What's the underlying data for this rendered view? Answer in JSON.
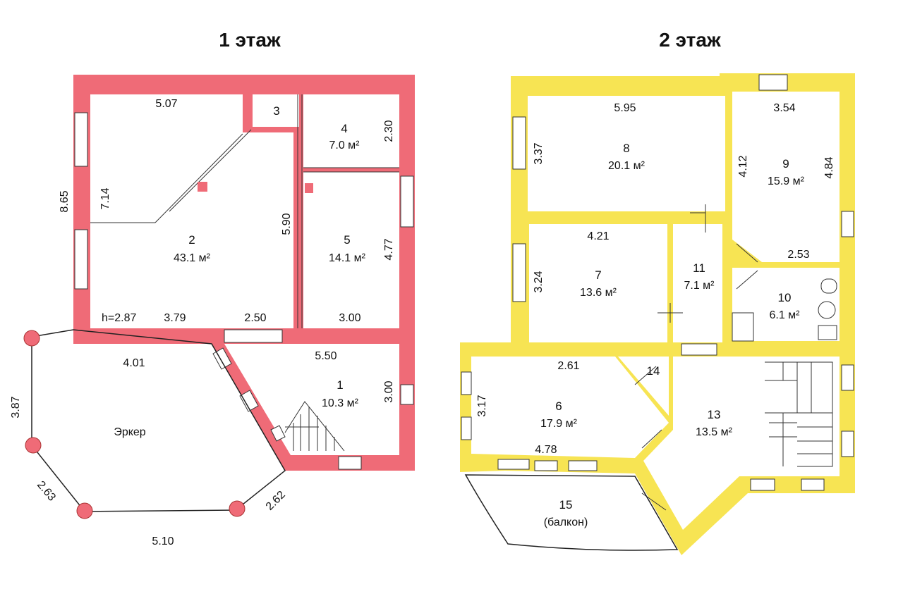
{
  "floor1": {
    "title": "1 этаж",
    "rooms": [
      {
        "num": "2",
        "area": "43.1 м²"
      },
      {
        "num": "3",
        "area": ""
      },
      {
        "num": "4",
        "area": "7.0 м²"
      },
      {
        "num": "5",
        "area": "14.1 м²"
      },
      {
        "num": "1",
        "area": "10.3 м²"
      }
    ],
    "erker": "Эркер",
    "height": "h=2.87",
    "dims": [
      "5.07",
      "2.30",
      "8.65",
      "7.14",
      "5.90",
      "4.77",
      "3.79",
      "2.50",
      "3.00",
      "4.01",
      "5.50",
      "3.00",
      "3.87",
      "2.63",
      "5.10",
      "2.62"
    ]
  },
  "floor2": {
    "title": "2 этаж",
    "rooms": [
      {
        "num": "8",
        "area": "20.1 м²"
      },
      {
        "num": "9",
        "area": "15.9 м²"
      },
      {
        "num": "7",
        "area": "13.6 м²"
      },
      {
        "num": "11",
        "area": "7.1 м²"
      },
      {
        "num": "10",
        "area": "6.1 м²"
      },
      {
        "num": "6",
        "area": "17.9 м²"
      },
      {
        "num": "14",
        "area": ""
      },
      {
        "num": "13",
        "area": "13.5 м²"
      },
      {
        "num": "15",
        "area": "(балкон)"
      }
    ],
    "dims": [
      "5.95",
      "3.54",
      "3.37",
      "4.12",
      "4.84",
      "4.21",
      "3.24",
      "2.53",
      "2.61",
      "3.17",
      "4.78"
    ]
  },
  "colors": {
    "floor1_wall": "#ef6b77",
    "floor2_wall": "#f7e453"
  }
}
